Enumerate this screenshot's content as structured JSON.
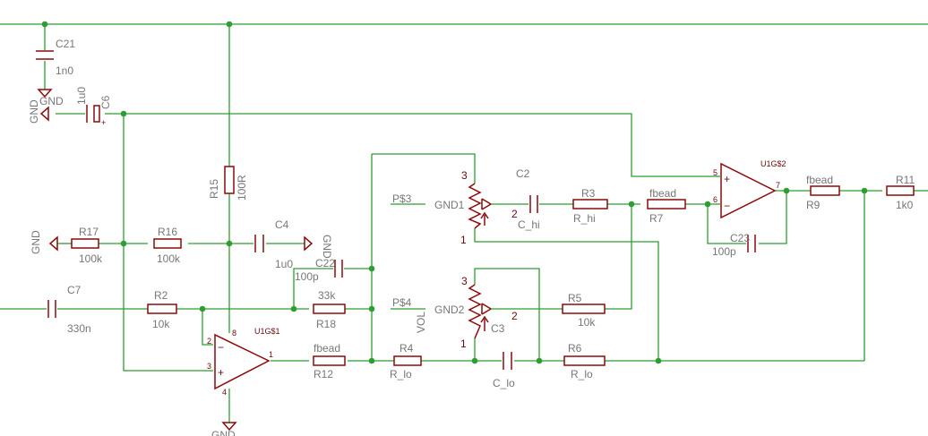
{
  "components": {
    "c21": {
      "name": "C21",
      "value": "1n0"
    },
    "c6": {
      "name": "C6",
      "value": "1u0"
    },
    "r15": {
      "name": "R15",
      "value": "100R"
    },
    "r17": {
      "name": "R17",
      "value": "100k"
    },
    "r16": {
      "name": "R16",
      "value": "100k"
    },
    "c4": {
      "name": "C4",
      "value": "1u0"
    },
    "c22": {
      "name": "C22",
      "value": "100p"
    },
    "r18": {
      "name": "R18",
      "value": "33k"
    },
    "c7": {
      "name": "C7",
      "value": "330n"
    },
    "r2": {
      "name": "R2",
      "value": "10k"
    },
    "u1a": {
      "name": "U1G$1"
    },
    "u1b": {
      "name": "U1G$2"
    },
    "r12": {
      "name": "R12",
      "value": "fbead"
    },
    "r4": {
      "name": "R4",
      "value": "R_lo"
    },
    "c3": {
      "name": "C3",
      "value": "C_lo"
    },
    "r6": {
      "name": "R6",
      "value": "R_lo"
    },
    "gnd1": {
      "name": "GND1",
      "value": "P$3"
    },
    "gnd2": {
      "name": "GND2",
      "value": "P$4",
      "label2": "VOL"
    },
    "c2": {
      "name": "C2",
      "value": "C_hi"
    },
    "r3": {
      "name": "R3",
      "value": "R_hi"
    },
    "r7": {
      "name": "R7",
      "value": "fbead"
    },
    "r5": {
      "name": "R5",
      "value": "10k"
    },
    "c23": {
      "name": "C23",
      "value": "100p"
    },
    "r9": {
      "name": "R9",
      "value": "fbead"
    },
    "r11": {
      "name": "R11",
      "value": "1k0"
    }
  },
  "gnd_label": "GND",
  "gnd_bottom_label": "GND",
  "pins": {
    "p1": "1",
    "p2": "2",
    "p3": "3",
    "p4": "4",
    "p5": "5",
    "p6": "6",
    "p7": "7",
    "p8": "8",
    "minus": "−",
    "plus": "+"
  }
}
